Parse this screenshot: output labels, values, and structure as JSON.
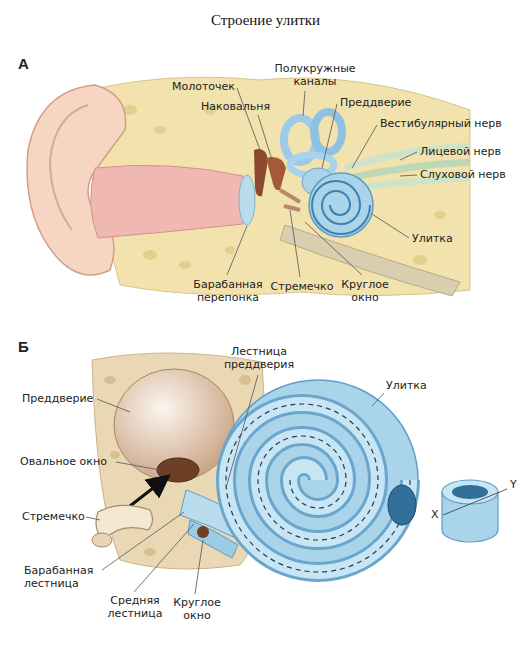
{
  "diagram": {
    "title": "Строение улитки",
    "labels": [
      "А",
      "Молоточек",
      "Наковальня",
      "Полукружные каналы",
      "Преддверие",
      "Вестибулярный нерв",
      "Лицевой нерв",
      "Слуховой нерв",
      "Улитка",
      "Барабанная перепонка",
      "Стремечко",
      "Круглое окно",
      "Б",
      "Лестница преддверия",
      "Улитка",
      "Преддверие",
      "Овальное окно",
      "Стремечко",
      "Барабанная лестница",
      "Средняя лестница",
      "Круглое окно",
      "X",
      "Y"
    ]
  }
}
